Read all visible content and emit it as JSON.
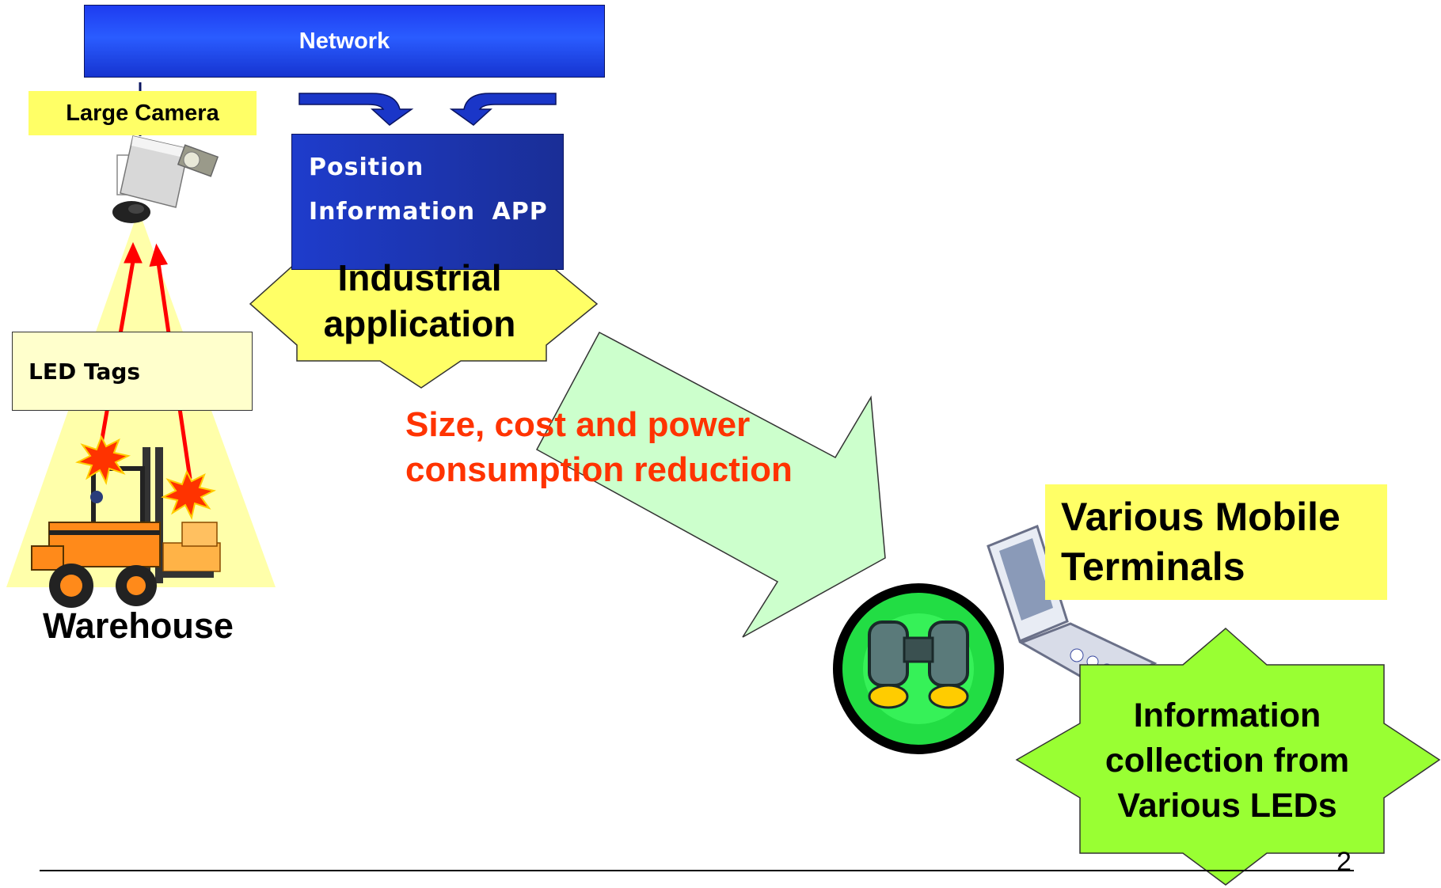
{
  "network": {
    "label": "Network"
  },
  "camera": {
    "label": "Large Camera"
  },
  "position_app": {
    "line1": "Position",
    "line2": "Information APP"
  },
  "industrial": {
    "line1": "Industrial",
    "line2": "application"
  },
  "led_tags": {
    "label": "LED Tags"
  },
  "warehouse": {
    "label": "Warehouse"
  },
  "reduction": {
    "line1": "Size, cost and power",
    "line2": "consumption reduction"
  },
  "mobile": {
    "line1": "Various Mobile",
    "line2": "Terminals"
  },
  "info_collection": {
    "line1": "Information",
    "line2": "collection from",
    "line3": "Various LEDs"
  },
  "footer": {
    "page_number": "2"
  },
  "colors": {
    "network_blue": "#2a5cff",
    "label_yellow": "#ffff66",
    "led_box": "#ffffcc",
    "arrow_green": "#ccffcc",
    "burst_green": "#99ff33",
    "reduction_text": "#ff3300",
    "beam_yellow": "#ffffaa",
    "signal_red": "#ff0000"
  },
  "icons": {
    "camera": "security-camera-icon",
    "forklift": "forklift-icon",
    "binoculars": "binoculars-icon",
    "phone": "flip-phone-icon"
  }
}
